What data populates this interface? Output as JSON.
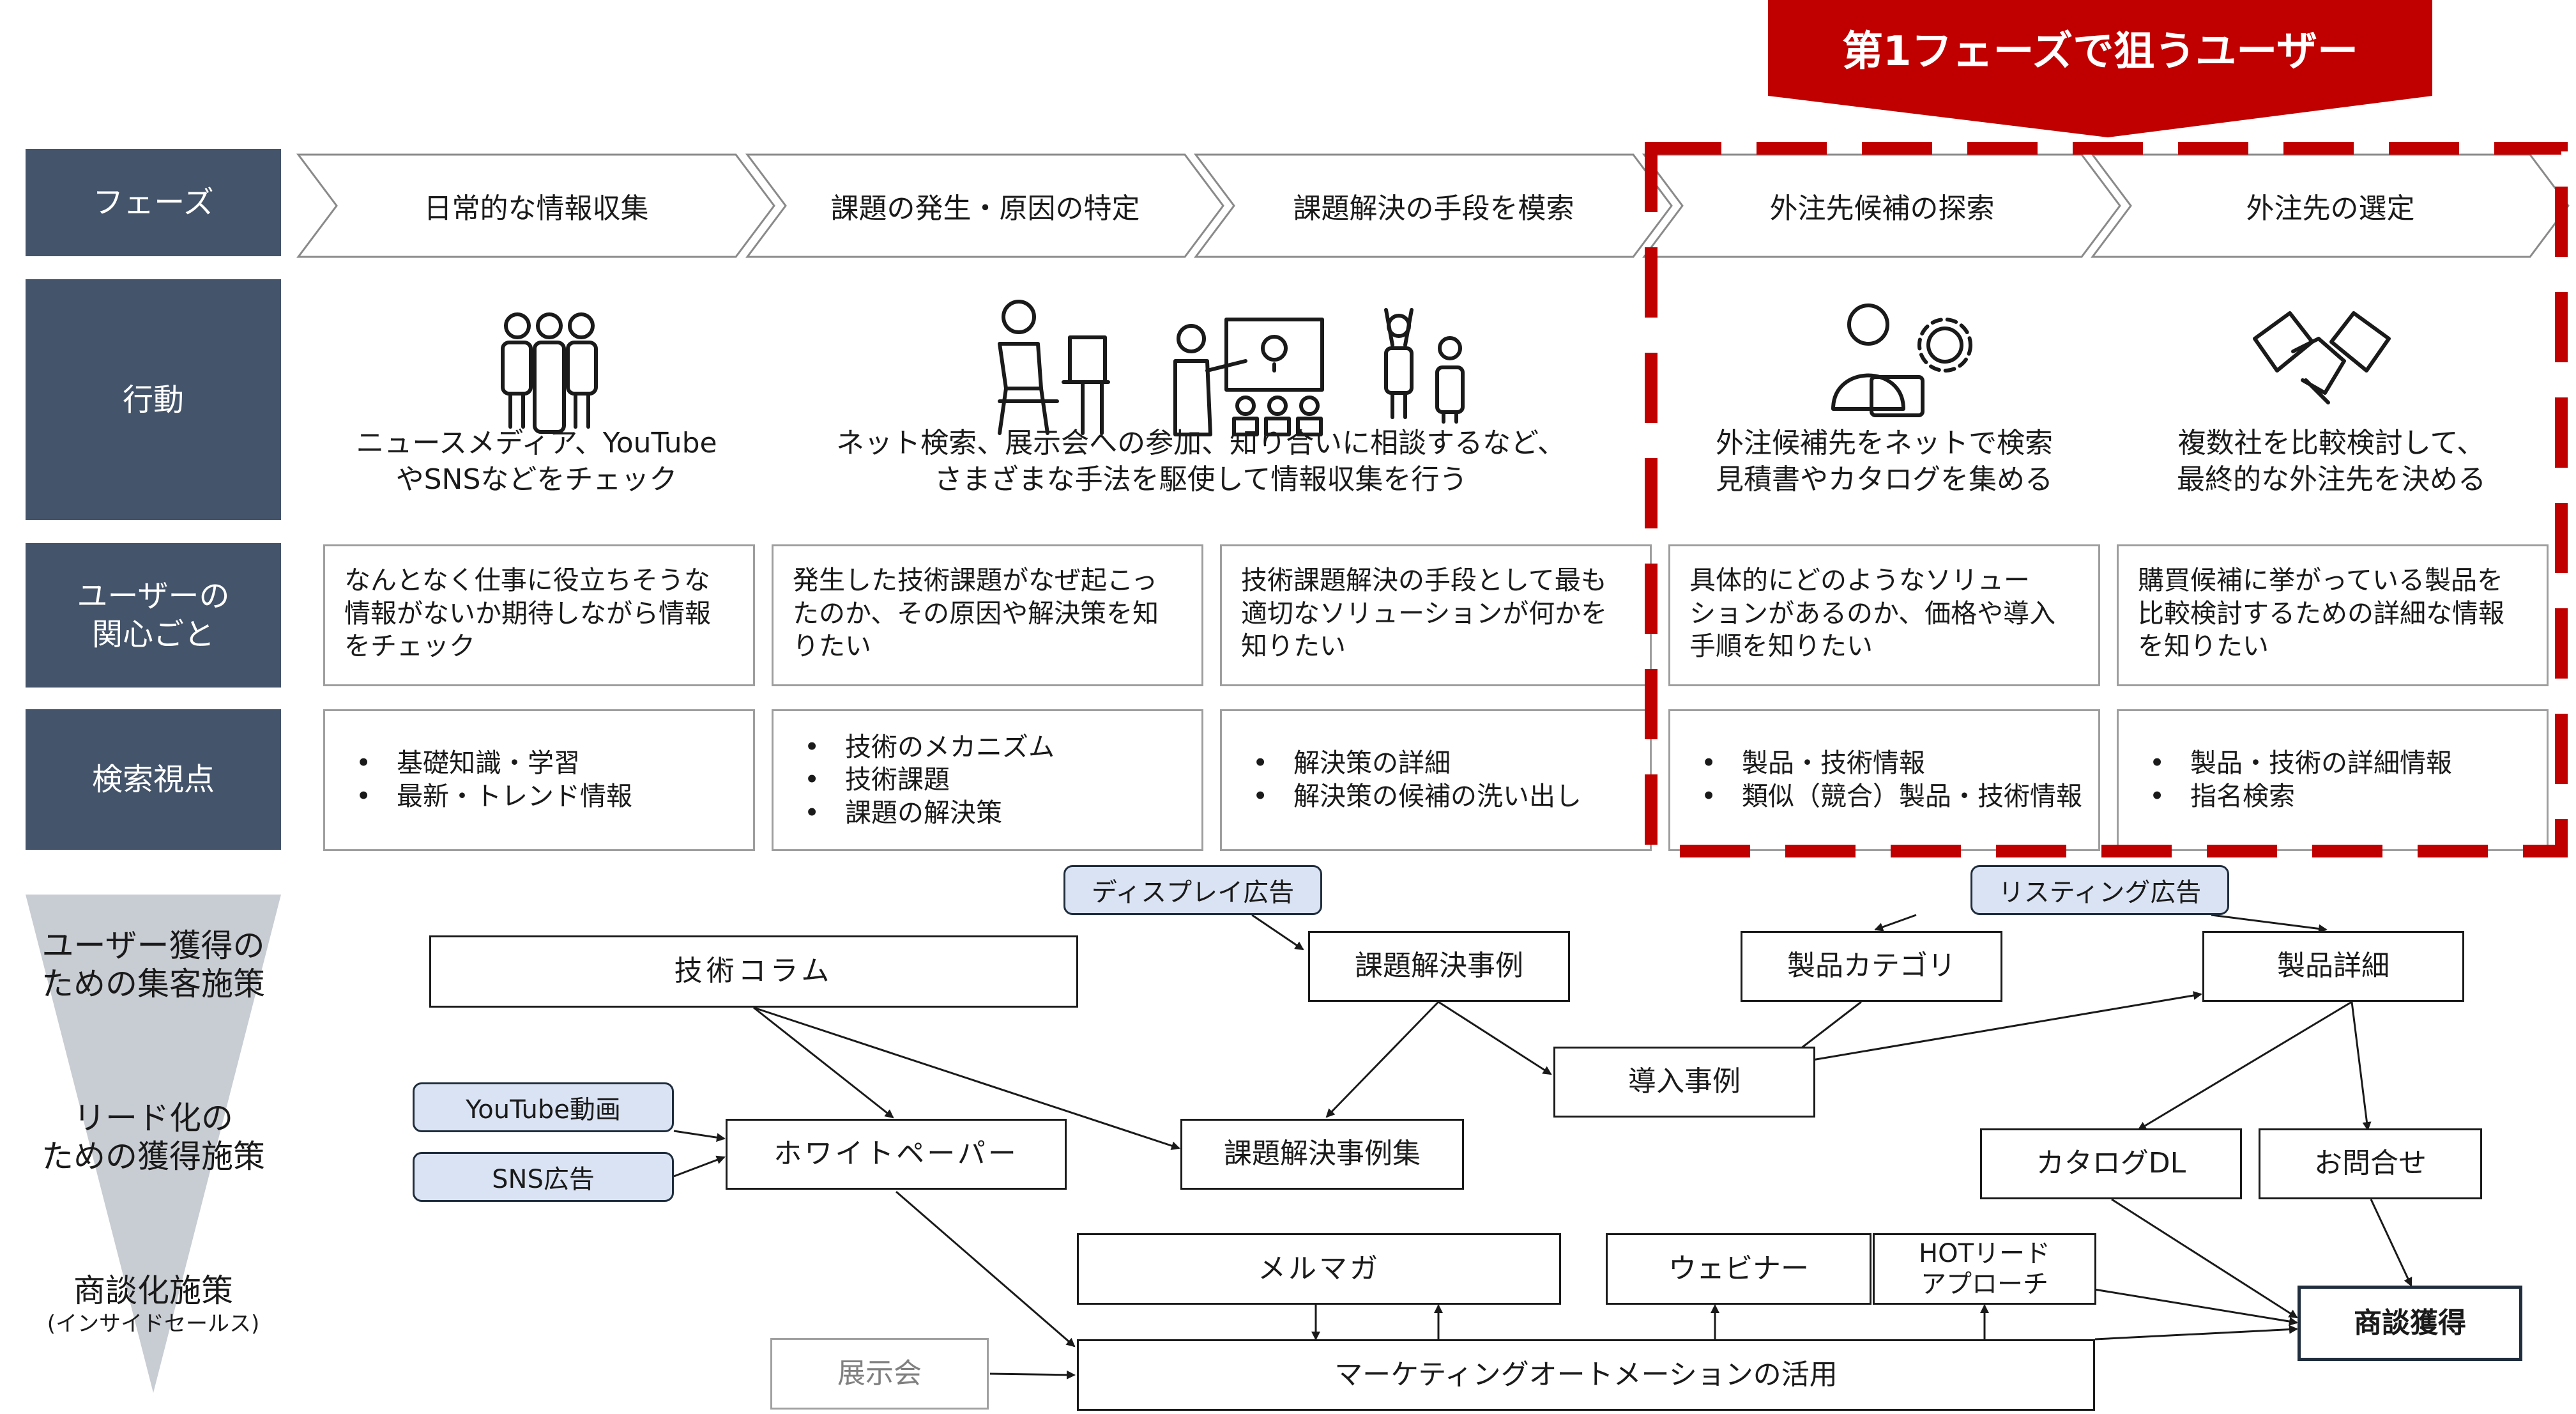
{
  "banner": "第1フェーズで狙うユーザー",
  "row_labels": {
    "phase": "フェーズ",
    "action": "行動",
    "interest": "ユーザーの\n関心ごと",
    "search": "検索視点"
  },
  "phases": [
    "日常的な情報収集",
    "課題の発生・原因の特定",
    "課題解決の手段を模索",
    "外注先候補の探索",
    "外注先の選定"
  ],
  "actions": {
    "a1": "ニュースメディア、YouTube\nやSNSなどをチェック",
    "a2": "ネット検索、展示会への参加、知り合いに相談するなど、\nさまざまな手法を駆使して情報収集を行う",
    "a3": "外注候補先をネットで検索\n見積書やカタログを集める",
    "a4": "複数社を比較検討して、\n最終的な外注先を決める"
  },
  "interests": [
    "なんとなく仕事に役立ちそうな\n情報がないか期待しながら情報\nをチェック",
    "発生した技術課題がなぜ起こっ\nたのか、その原因や解決策を知\nりたい",
    "技術課題解決の手段として最も\n適切なソリューションが何かを\n知りたい",
    "具体的にどのようなソリュー\nションがあるのか、価格や導入\n手順を知りたい",
    "購買候補に挙がっている製品を\n比較検討するための詳細な情報\nを知りたい"
  ],
  "search": [
    [
      "基礎知識・学習",
      "最新・トレンド情報"
    ],
    [
      "技術のメカニズム",
      "技術課題",
      "課題の解決策"
    ],
    [
      "解決策の詳細",
      "解決策の候補の洗い出し"
    ],
    [
      "製品・技術情報",
      "類似（競合）製品・技術情報"
    ],
    [
      "製品・技術の詳細情報",
      "指名検索"
    ]
  ],
  "funnel": {
    "stage1": "ユーザー獲得の\nための集客施策",
    "stage2": "リード化の\nための獲得施策",
    "stage3": "商談化施策",
    "stage3_note": "(インサイドセールス)"
  },
  "flow": {
    "tag_display_ad": "ディスプレイ広告",
    "tag_listing_ad": "リスティング広告",
    "tag_youtube": "YouTube動画",
    "tag_sns": "SNS広告",
    "tech_column": "技術コラム",
    "case_study": "課題解決事例",
    "product_category": "製品カテゴリ",
    "product_detail": "製品詳細",
    "intro_case": "導入事例",
    "whitepaper": "ホワイトペーパー",
    "case_collection": "課題解決事例集",
    "catalog_dl": "カタログDL",
    "inquiry": "お問合せ",
    "mail_magazine": "メルマガ",
    "webinar": "ウェビナー",
    "hot_lead": "HOTリード\nアプローチ",
    "deal": "商談獲得",
    "exhibition": "展示会",
    "ma": "マーケティングオートメーションの活用"
  },
  "icons": [
    "group-people-icon",
    "desk-worker-icon",
    "presentation-icon",
    "cheering-people-icon",
    "engineer-gear-icon",
    "handshake-icon"
  ],
  "colors": {
    "label_bg": "#44546a",
    "banner_red": "#c00000",
    "tag_fill": "#dae3f3",
    "funnel_gray": "#c8ccd3"
  }
}
